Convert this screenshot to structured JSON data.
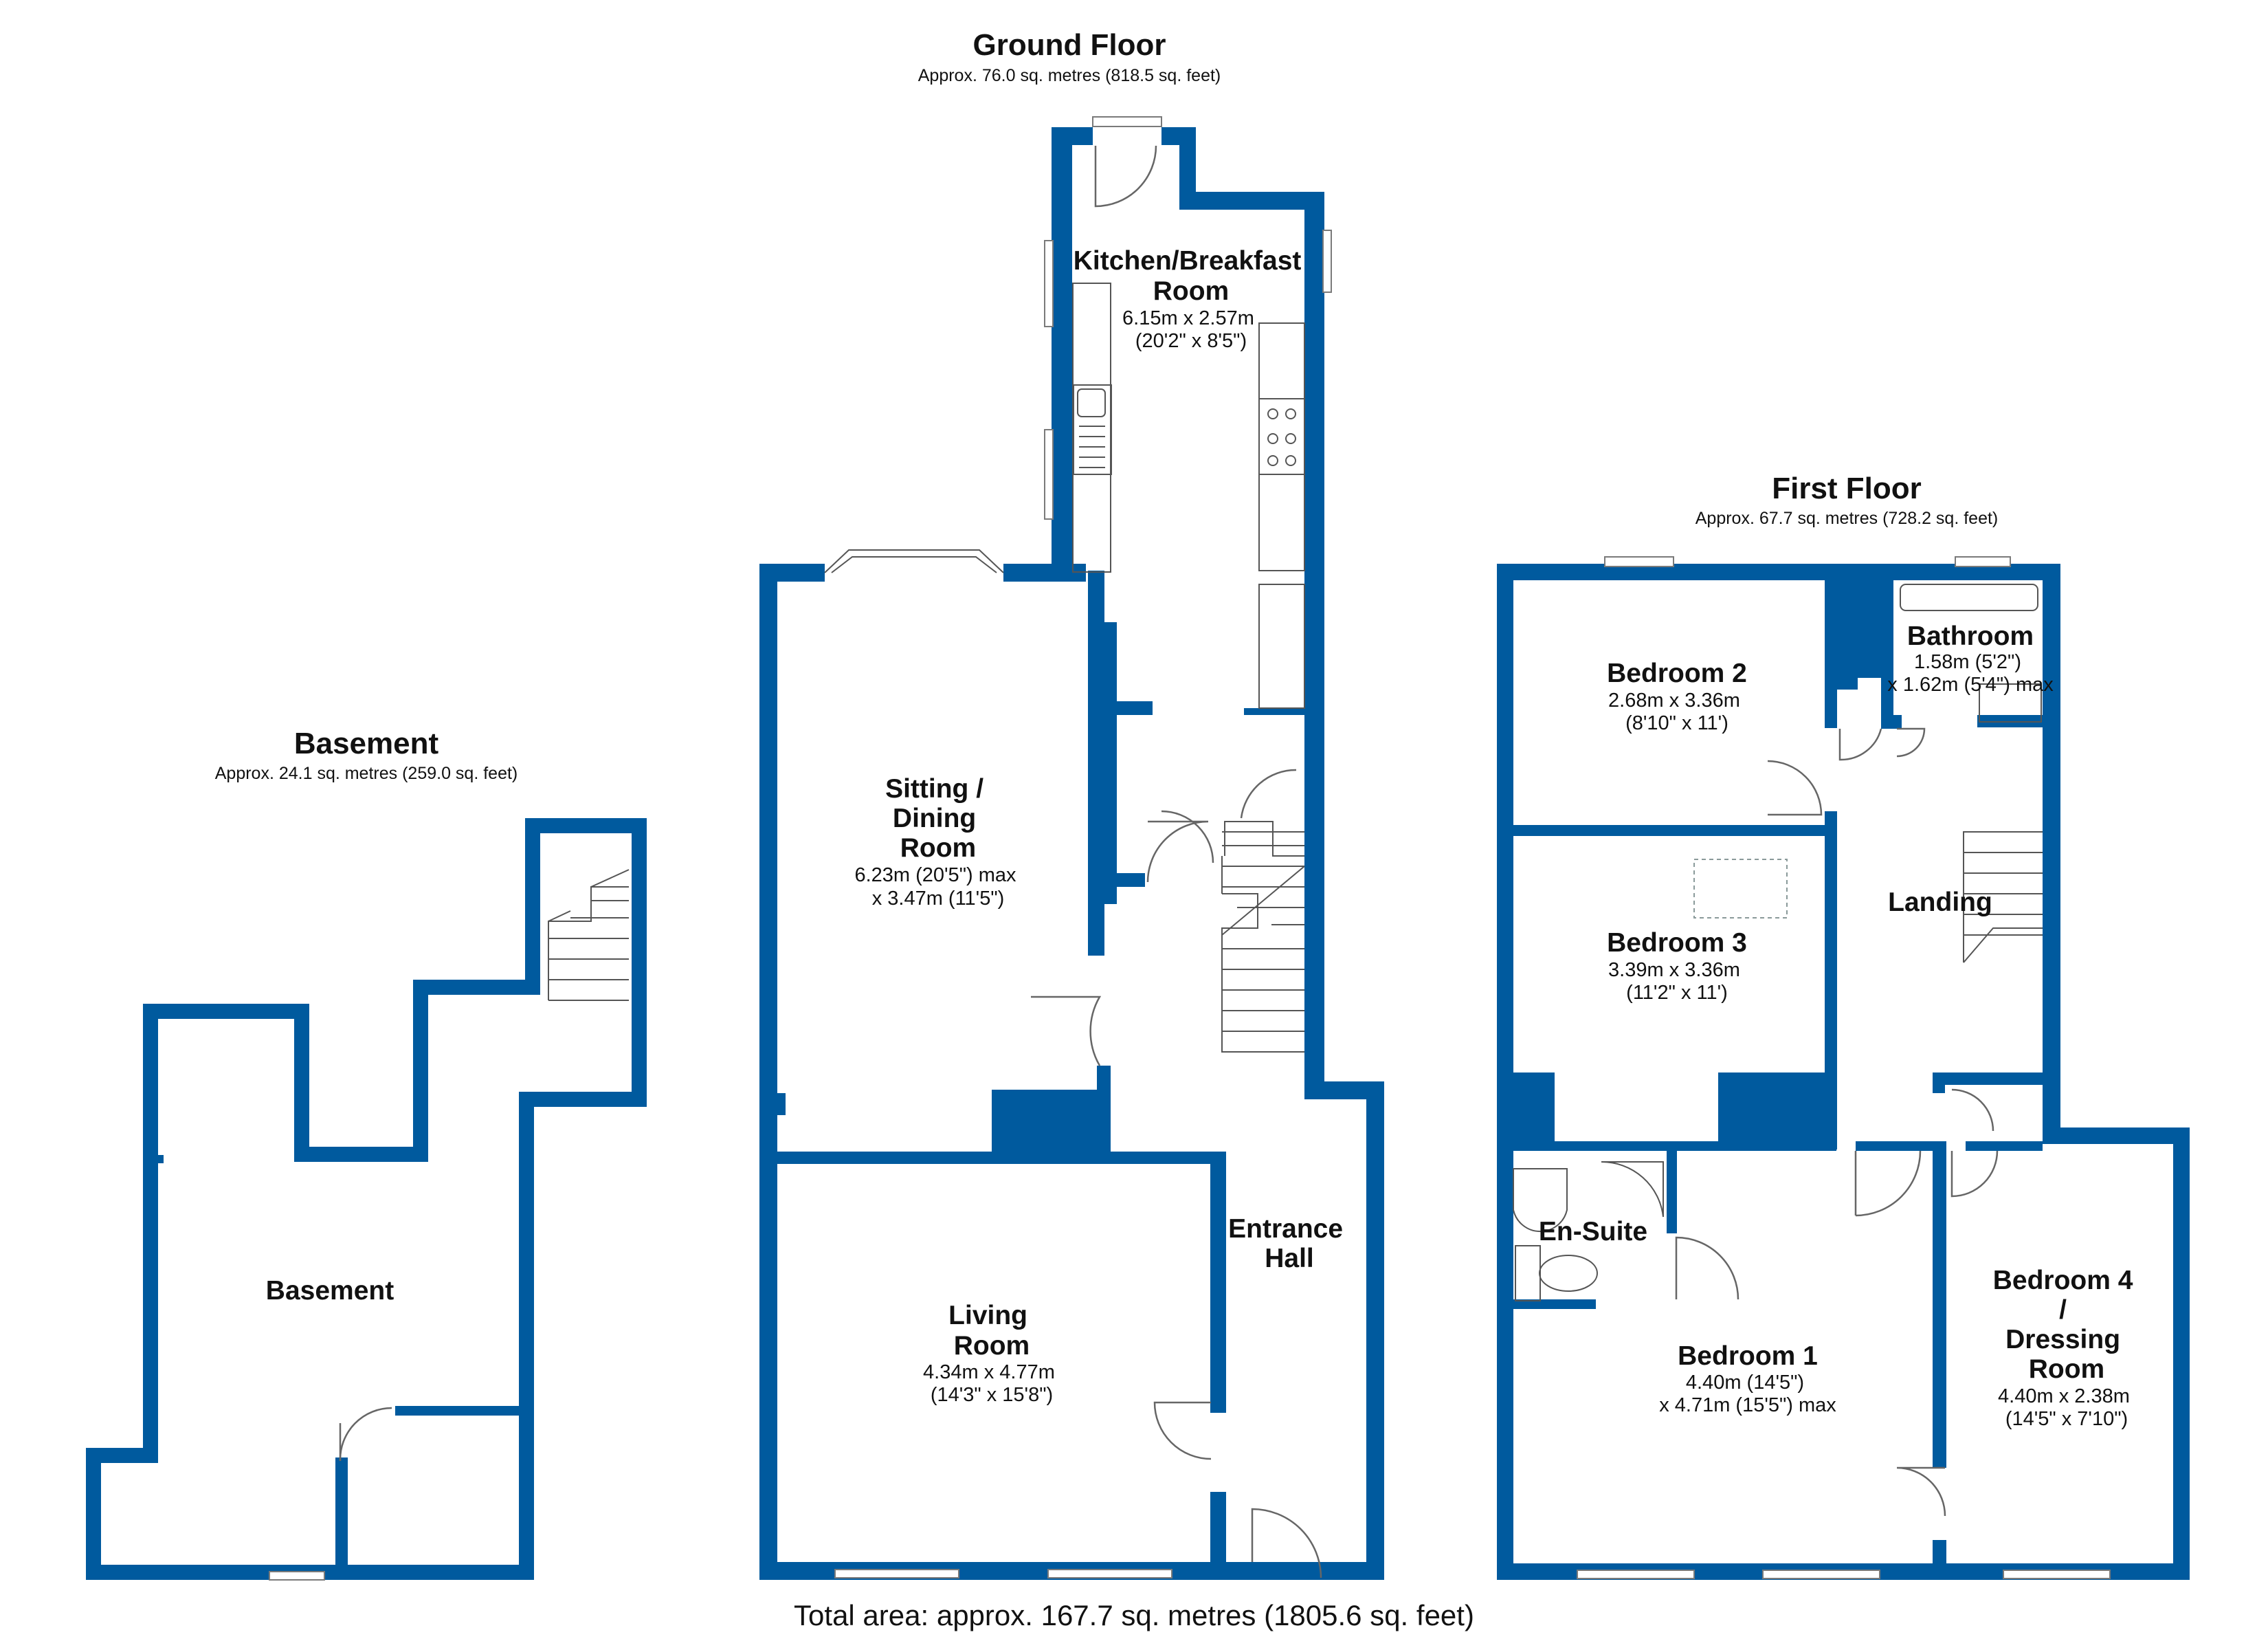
{
  "colors": {
    "wall": "#005a9e",
    "background": "#ffffff"
  },
  "floors": {
    "ground": {
      "title": "Ground Floor",
      "area": "Approx. 76.0 sq. metres (818.5 sq. feet)"
    },
    "first": {
      "title": "First Floor",
      "area": "Approx. 67.7 sq. metres (728.2 sq. feet)"
    },
    "basement": {
      "title": "Basement",
      "area": "Approx. 24.1 sq. metres (259.0 sq. feet)"
    }
  },
  "rooms": {
    "kitchen": {
      "name": [
        "Kitchen/Breakfast",
        "Room"
      ],
      "dims": [
        "6.15m x 2.57m",
        "(20'2\" x 8'5\")"
      ]
    },
    "sitting": {
      "name": [
        "Sitting /",
        "Dining",
        "Room"
      ],
      "dims": [
        "6.23m (20'5\") max",
        "x 3.47m (11'5\")"
      ]
    },
    "living": {
      "name": [
        "Living",
        "Room"
      ],
      "dims": [
        "4.34m x 4.77m",
        "(14'3\" x 15'8\")"
      ]
    },
    "entrance": {
      "name": [
        "Entrance",
        "Hall"
      ]
    },
    "basement": {
      "name": [
        "Basement"
      ]
    },
    "bedroom2": {
      "name": [
        "Bedroom 2"
      ],
      "dims": [
        "2.68m x 3.36m",
        "(8'10\" x 11')"
      ]
    },
    "bathroom": {
      "name": [
        "Bathroom"
      ],
      "dims": [
        "1.58m (5'2\")",
        "x 1.62m (5'4\") max"
      ]
    },
    "bedroom3": {
      "name": [
        "Bedroom 3"
      ],
      "dims": [
        "3.39m x 3.36m",
        "(11'2\" x 11')"
      ]
    },
    "landing": {
      "name": [
        "Landing"
      ]
    },
    "ensuite": {
      "name": [
        "En-Suite"
      ]
    },
    "bedroom1": {
      "name": [
        "Bedroom 1"
      ],
      "dims": [
        "4.40m (14'5\")",
        "x 4.71m (15'5\") max"
      ]
    },
    "bedroom4": {
      "name": [
        "Bedroom 4",
        "/",
        "Dressing",
        "Room"
      ],
      "dims": [
        "4.40m x 2.38m",
        "(14'5\" x 7'10\")"
      ]
    }
  },
  "total_area": "Total area: approx. 167.7 sq. metres (1805.6 sq. feet)"
}
